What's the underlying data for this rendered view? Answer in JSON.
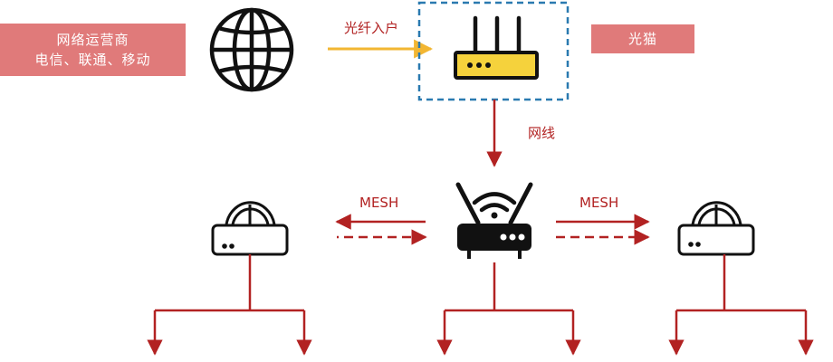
{
  "isp": {
    "line1": "网络运营商",
    "line2": "电信、联通、移动",
    "icon": "globe-icon"
  },
  "modem": {
    "label": "光猫",
    "icon": "modem-icon"
  },
  "links": {
    "fiber": "光纤入户",
    "cable": "网线",
    "mesh_left": "MESH",
    "mesh_right": "MESH"
  },
  "colors": {
    "label_bg": "#e07a7a",
    "arrow_red": "#b22222",
    "fiber_yellow": "#f2b632",
    "dashed_blue": "#2a7ab0",
    "modem_yellow": "#f5d23c"
  }
}
